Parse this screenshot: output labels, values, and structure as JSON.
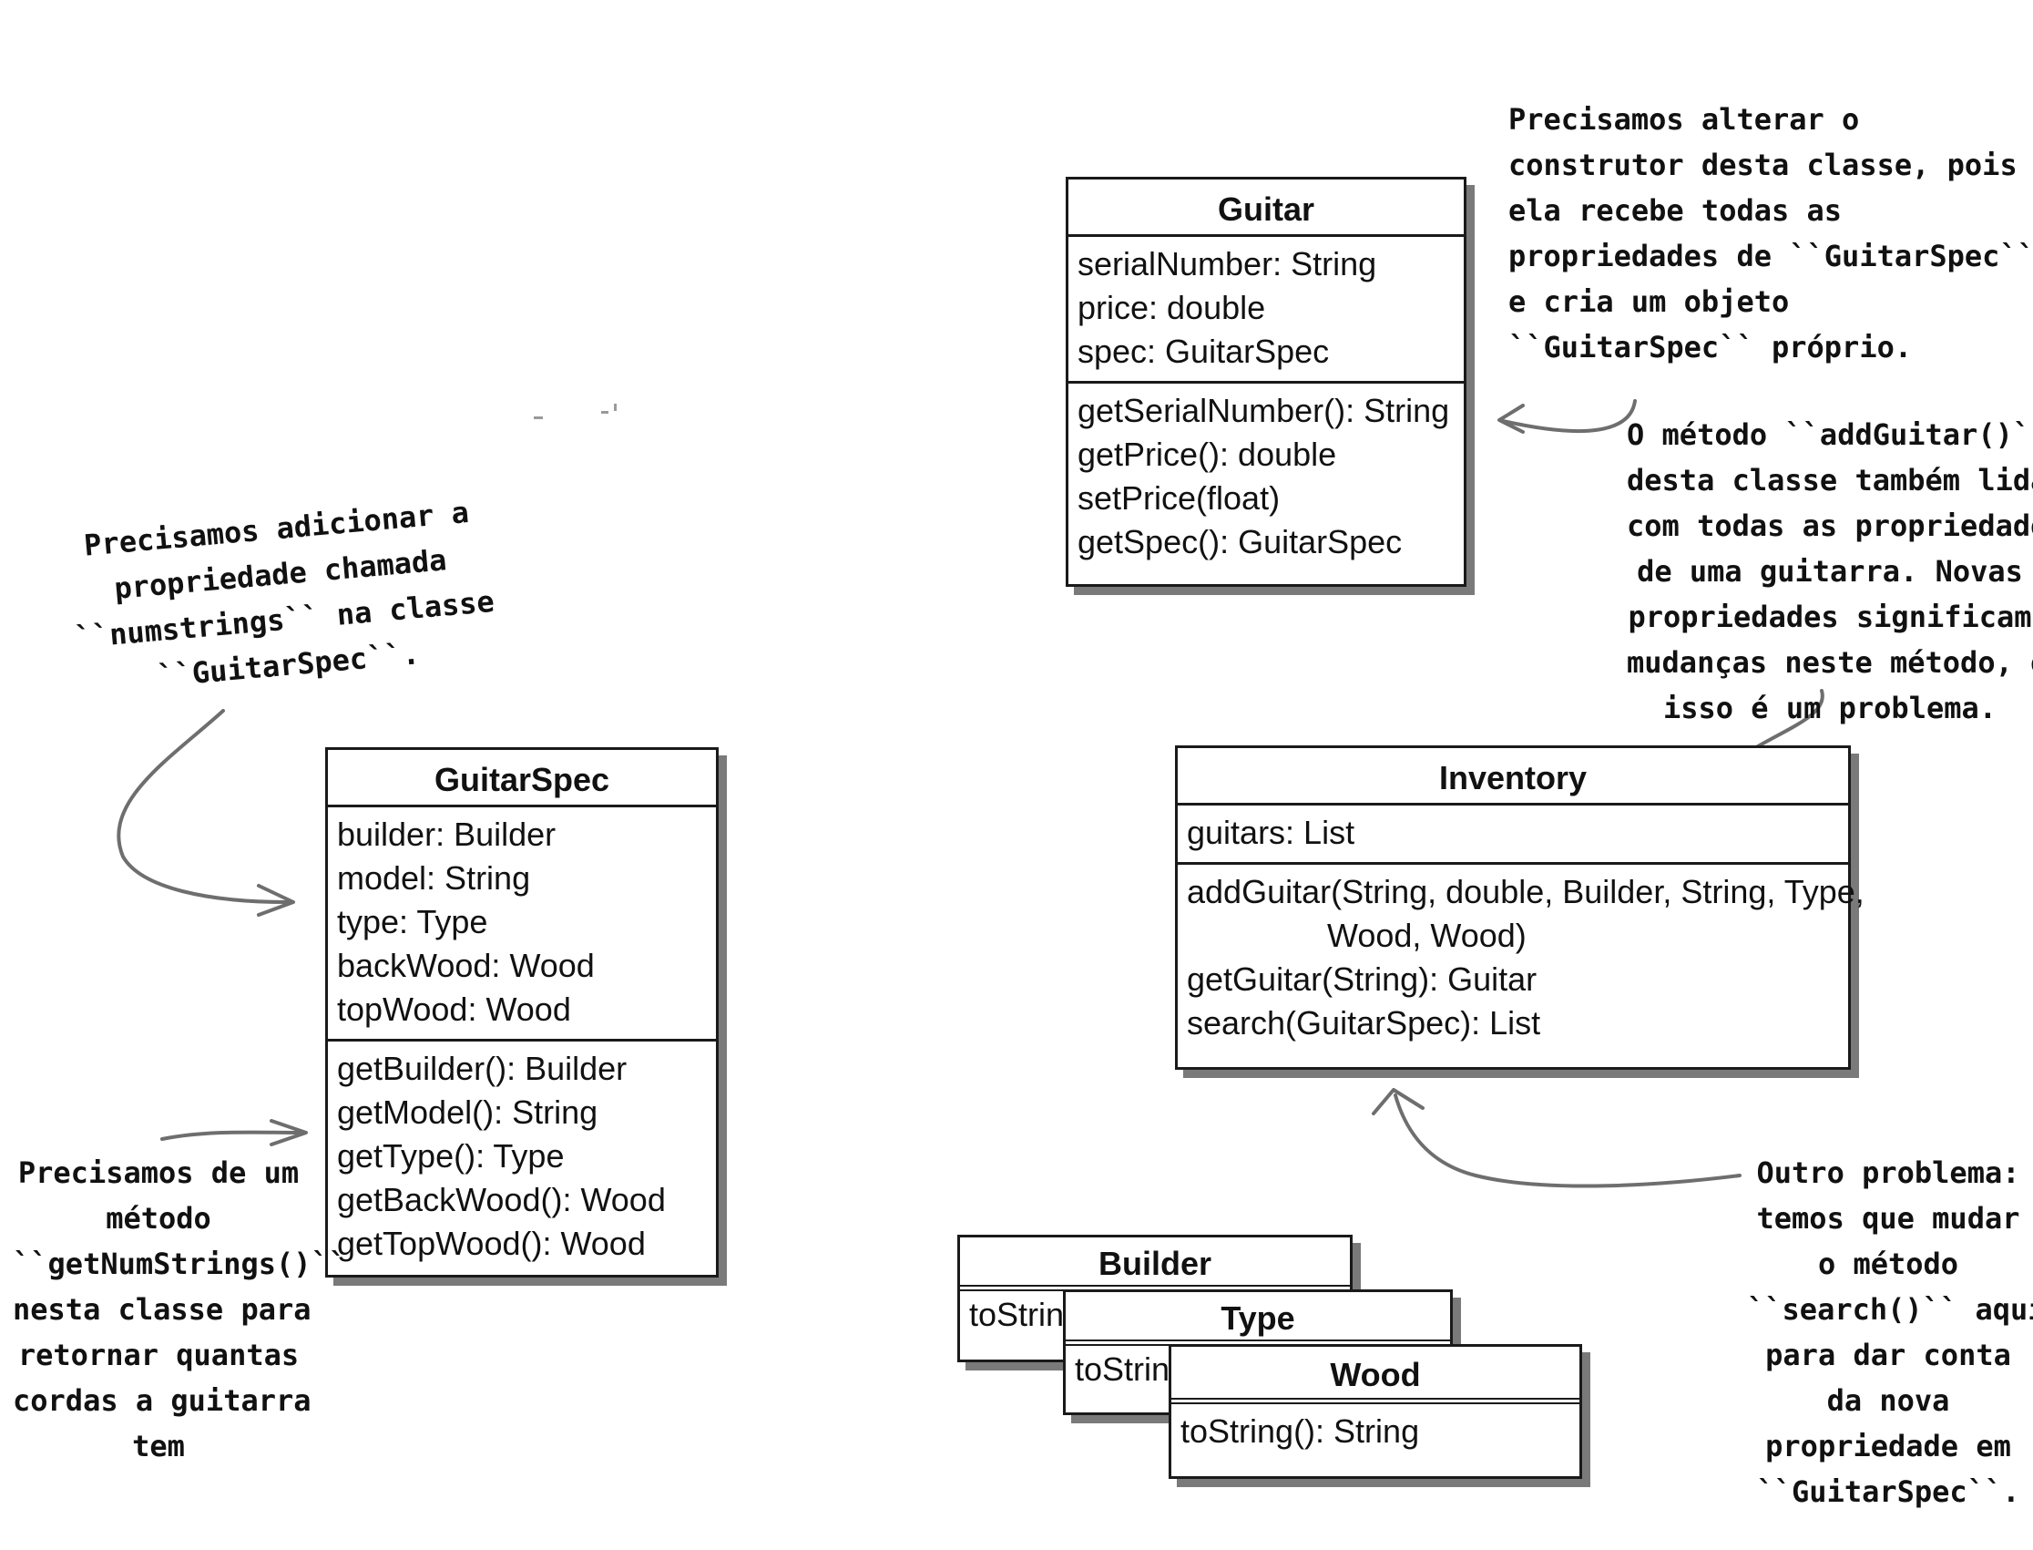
{
  "classes": {
    "guitar": {
      "name": "Guitar",
      "attributes": [
        "serialNumber: String",
        "price: double",
        "spec: GuitarSpec"
      ],
      "methods": [
        "getSerialNumber(): String",
        "getPrice(): double",
        "setPrice(float)",
        "getSpec(): GuitarSpec"
      ]
    },
    "guitarspec": {
      "name": "GuitarSpec",
      "attributes": [
        "builder: Builder",
        "model: String",
        "type: Type",
        "backWood: Wood",
        "topWood: Wood"
      ],
      "methods": [
        "getBuilder(): Builder",
        "getModel(): String",
        "getType(): Type",
        "getBackWood(): Wood",
        "getTopWood(): Wood"
      ]
    },
    "inventory": {
      "name": "Inventory",
      "attributes": [
        "guitars: List"
      ],
      "methods": [
        "addGuitar(String, double, Builder, String, Type,",
        "Wood, Wood)",
        "getGuitar(String): Guitar",
        "search(GuitarSpec): List"
      ]
    },
    "builder": {
      "name": "Builder",
      "methods": [
        "toString"
      ]
    },
    "type": {
      "name": "Type",
      "methods": [
        "toString"
      ]
    },
    "wood": {
      "name": "Wood",
      "methods": [
        "toString(): String"
      ]
    }
  },
  "notes": {
    "guitar_constructor": [
      "Precisamos alterar o",
      "construtor desta classe, pois",
      "ela recebe todas as",
      "propriedades de ``GuitarSpec``",
      "e cria um objeto",
      "``GuitarSpec`` próprio."
    ],
    "add_guitar": [
      "O método ``addGuitar()``",
      "desta classe também lida",
      "com todas as propriedades",
      "de uma guitarra. Novas",
      "propriedades significam",
      "mudanças neste método, e",
      "isso é um problema."
    ],
    "numstrings": [
      "Precisamos adicionar a",
      "propriedade chamada",
      "``numstrings`` na classe",
      "``GuitarSpec``."
    ],
    "get_num_strings": [
      "Precisamos de um",
      "método",
      "``getNumStrings()``",
      "nesta classe para",
      "retornar quantas",
      "cordas a guitarra",
      "tem"
    ],
    "search": [
      "Outro problema:",
      "temos que mudar",
      "o método",
      "``search()`` aqui",
      "para dar conta",
      "da nova",
      "propriedade em",
      "``GuitarSpec``."
    ]
  }
}
